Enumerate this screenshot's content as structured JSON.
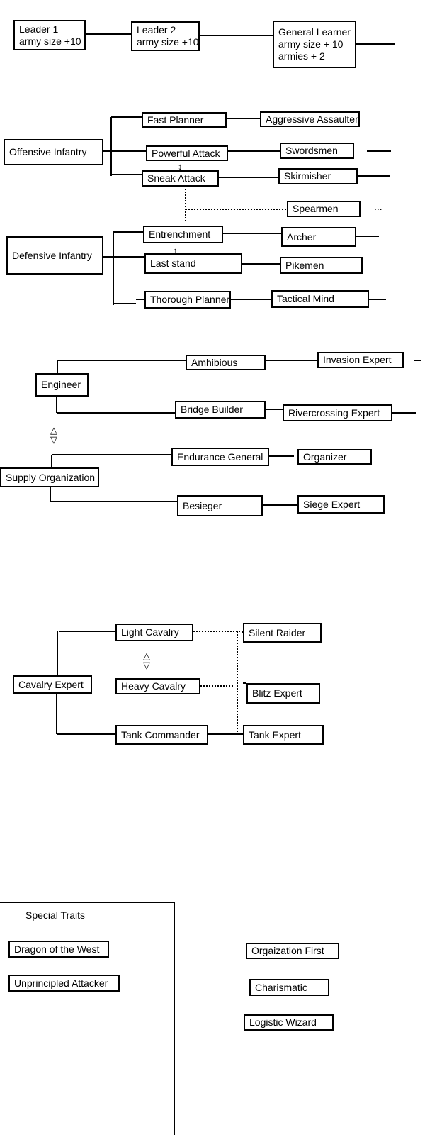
{
  "leaders": {
    "leader1": {
      "line1": "Leader 1",
      "line2": "army size +10"
    },
    "leader2": {
      "line1": "Leader 2",
      "line2": "army size +10"
    },
    "general": {
      "line1": "General Learner",
      "line2": "army size + 10",
      "line3": "armies + 2"
    }
  },
  "infantry": {
    "offensive": "Offensive Infantry",
    "fast_planner": "Fast Planner",
    "aggressive_assaulter": "Aggressive Assaulter",
    "powerful_attack": "Powerful Attack",
    "swordsmen": "Swordsmen",
    "sneak_attack": "Sneak Attack",
    "skirmisher": "Skirmisher",
    "spearmen": "Spearmen",
    "ellipsis": "...",
    "defensive": "Defensive Infantry",
    "entrenchment": "Entrenchment",
    "archer": "Archer",
    "last_stand": "Last stand",
    "pikemen": "Pikemen",
    "thorough_planner": "Thorough Planner",
    "tactical_mind": "Tactical Mind"
  },
  "engineering": {
    "engineer": "Engineer",
    "amphibious": "Amhibious",
    "invasion_expert": "Invasion Expert",
    "bridge_builder": "Bridge Builder",
    "rivercrossing_expert": "Rivercrossing Expert",
    "supply_organization": "Supply Organization",
    "endurance_general": "Endurance General",
    "organizer": "Organizer",
    "besieger": "Besieger",
    "siege_expert": "Siege Expert"
  },
  "cavalry": {
    "cavalry_expert": "Cavalry Expert",
    "light_cavalry": "Light Cavalry",
    "silent_raider": "Silent Raider",
    "heavy_cavalry": "Heavy Cavalry",
    "blitz_expert": "Blitz Expert",
    "tank_commander": "Tank Commander",
    "tank_expert": "Tank Expert"
  },
  "special": {
    "title": "Special Traits",
    "dragon_of_the_west": "Dragon of the West",
    "unprincipled_attacker": "Unprincipled Attacker",
    "organization_first": "Orgaization First",
    "charismatic": "Charismatic",
    "logistic_wizard": "Logistic Wizard"
  }
}
